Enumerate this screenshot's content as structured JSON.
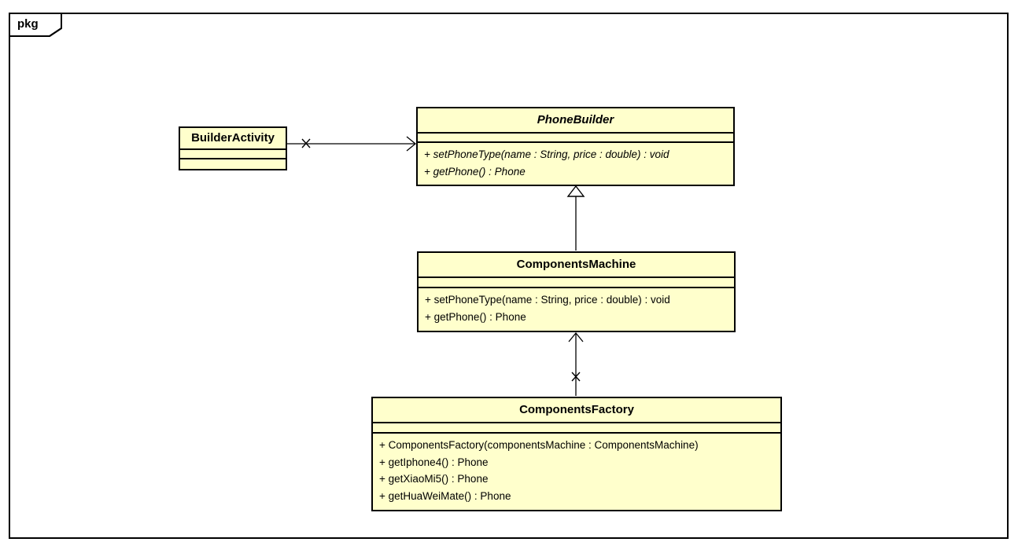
{
  "diagram": {
    "type": "uml-class-diagram",
    "package": {
      "label": "pkg"
    },
    "colors": {
      "class_fill": "#ffffcc",
      "class_border": "#000000",
      "line": "#000000",
      "canvas": "#ffffff"
    },
    "classes": [
      {
        "id": "builderactivity",
        "name": "BuilderActivity",
        "abstract": false,
        "attributes": [],
        "operations": []
      },
      {
        "id": "phonebuilder",
        "name": "PhoneBuilder",
        "abstract": true,
        "attributes": [],
        "operations": [
          "+ setPhoneType(name : String, price : double) : void",
          "+ getPhone() : Phone"
        ]
      },
      {
        "id": "componentsmachine",
        "name": "ComponentsMachine",
        "abstract": false,
        "attributes": [],
        "operations": [
          "+ setPhoneType(name : String, price : double) : void",
          "+ getPhone() : Phone"
        ]
      },
      {
        "id": "componentsfactory",
        "name": "ComponentsFactory",
        "abstract": false,
        "attributes": [],
        "operations": [
          "+ ComponentsFactory(componentsMachine : ComponentsMachine)",
          "+ getIphone4() : Phone",
          "+ getXiaoMi5() : Phone",
          "+ getHuaWeiMate() : Phone"
        ]
      }
    ],
    "relationships": [
      {
        "id": "assoc-builderactivity-phonebuilder",
        "kind": "association",
        "from": "BuilderActivity",
        "to": "PhoneBuilder",
        "arrowhead": "open",
        "marker": "x"
      },
      {
        "id": "gen-componentsmachine-phonebuilder",
        "kind": "generalization",
        "from": "ComponentsMachine",
        "to": "PhoneBuilder",
        "arrowhead": "hollow-triangle",
        "marker": "none"
      },
      {
        "id": "assoc-componentsfactory-componentsmachine",
        "kind": "association",
        "from": "ComponentsFactory",
        "to": "ComponentsMachine",
        "arrowhead": "open",
        "marker": "x"
      }
    ]
  }
}
